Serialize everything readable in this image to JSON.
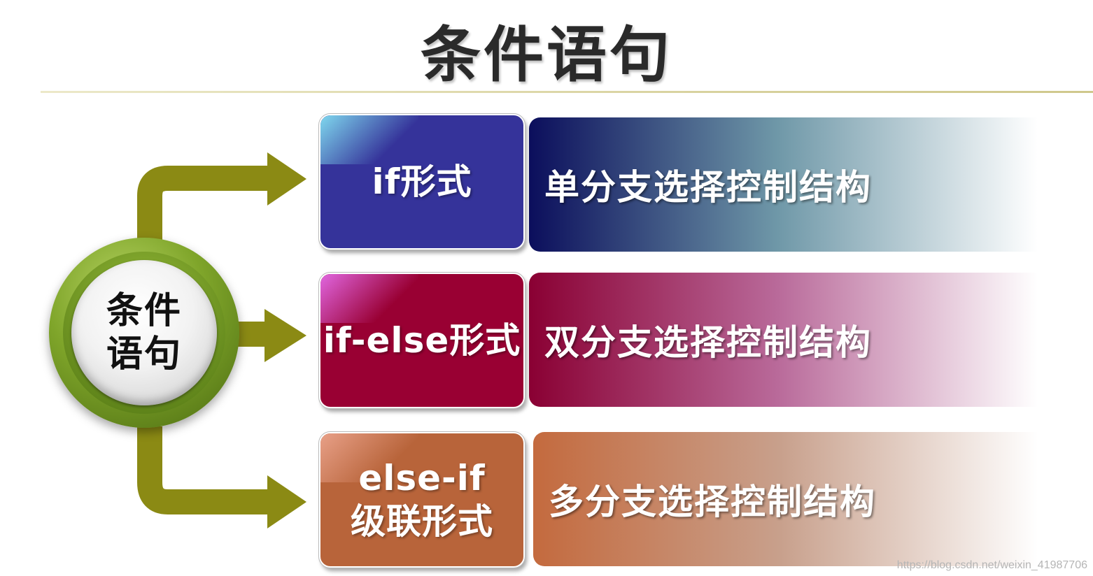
{
  "title": "条件语句",
  "hub": {
    "line1": "条件",
    "line2": "语句"
  },
  "branches": [
    {
      "label_lines": [
        "if形式"
      ],
      "description": "单分支选择控制结构",
      "label_color": "#35339a",
      "label_shine": "#7fd8ee",
      "desc_gradient_from": "#0b0e5c",
      "desc_gradient_mid": "#6f98a8"
    },
    {
      "label_lines": [
        "if-else形式"
      ],
      "description": "双分支选择控制结构",
      "label_color": "#990033",
      "label_shine": "#e066e0",
      "desc_gradient_from": "#8a0033",
      "desc_gradient_mid": "#b96a9a"
    },
    {
      "label_lines": [
        "else-if",
        "级联形式"
      ],
      "description": "多分支选择控制结构",
      "label_color": "#b8643a",
      "label_shine": "#e8a088",
      "desc_gradient_from": "#c46a3e",
      "desc_gradient_mid": "#c8a08c"
    }
  ],
  "arrow_color": "#8b8a14",
  "watermark": "https://blog.csdn.net/weixin_41987706"
}
